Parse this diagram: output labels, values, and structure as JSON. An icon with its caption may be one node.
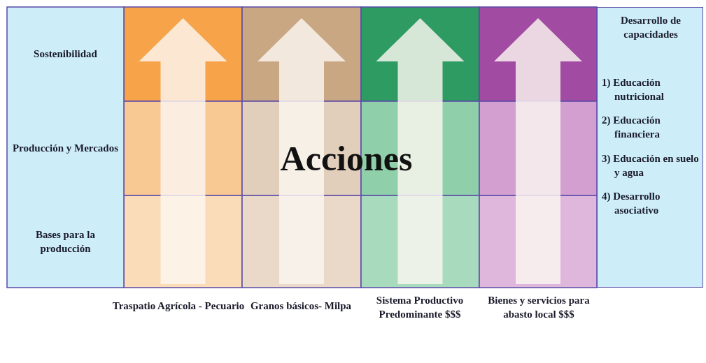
{
  "diagram": {
    "nodes": [
      {
        "text": [
          "Sostenibilidad"
        ]
      },
      {
        "text": [
          "Producción y Mercados"
        ]
      },
      {
        "text": [
          "Bases para la producción"
        ]
      },
      {
        "text": [
          "Desarrollo de capacidades",
          "1) Educación nutricional",
          "2) Educación financiera",
          "3) Educación en suelo y agua",
          "4) Desarrollo asociativo"
        ]
      }
    ],
    "edges": [],
    "labels": [
      "Acciones",
      "Traspatio Agrícola - Pecuario",
      "Granos básicos- Milpa",
      "Sistema Productivo Predominante $$$",
      "Bienes y servicios para abasto local $$$"
    ]
  }
}
